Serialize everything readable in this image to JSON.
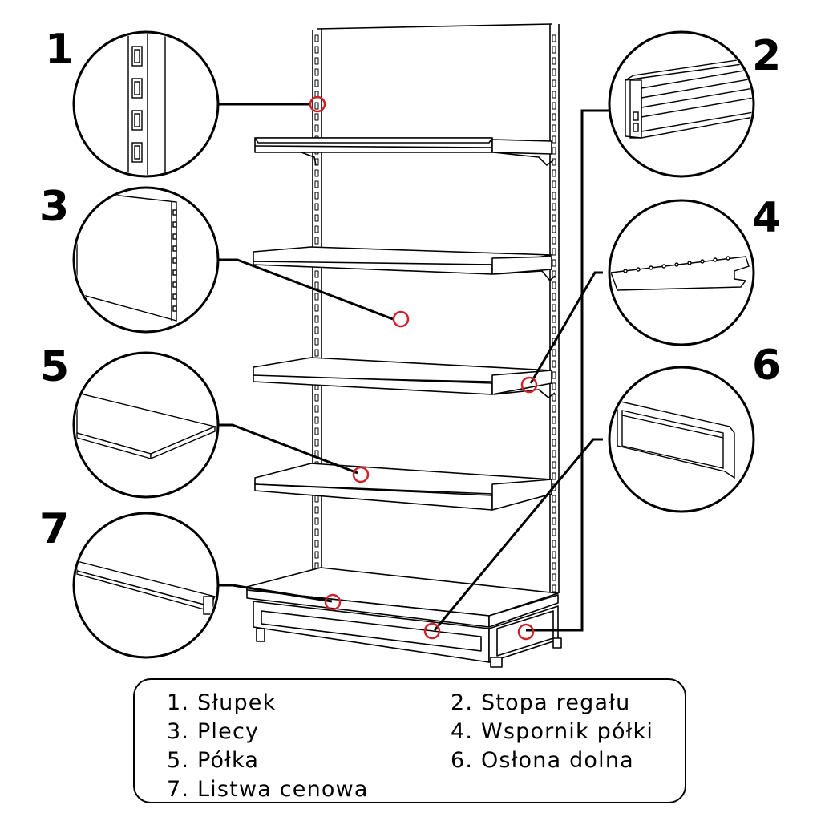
{
  "colors": {
    "line": "#000000",
    "marker": "#d0202a",
    "background": "#ffffff"
  },
  "callouts": [
    {
      "number": "1"
    },
    {
      "number": "2"
    },
    {
      "number": "3"
    },
    {
      "number": "4"
    },
    {
      "number": "5"
    },
    {
      "number": "6"
    },
    {
      "number": "7"
    }
  ],
  "legend": {
    "items": [
      {
        "text": "1. Słupek"
      },
      {
        "text": "2. Stopa regału"
      },
      {
        "text": "3. Plecy"
      },
      {
        "text": "4. Wspornik półki"
      },
      {
        "text": "5. Półka"
      },
      {
        "text": "6. Osłona dolna"
      },
      {
        "text": "7. Listwa cenowa"
      }
    ]
  }
}
